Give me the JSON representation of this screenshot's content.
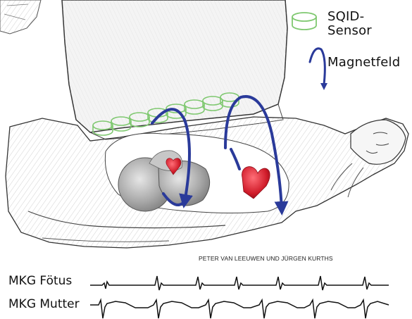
{
  "legend": {
    "sensor_label": "SQID-\nSensor",
    "field_label": "Magnetfeld"
  },
  "credit": "PETER VAN LEEUWEN UND JÜRGEN KURTHS",
  "traces": {
    "foetus_label": "MKG Fötus",
    "mutter_label": "MKG Mutter"
  },
  "colors": {
    "field_arrow": "#2a3a9a",
    "sensor": "#7fc870",
    "heart": "#d01c2a",
    "sketch": "#333333"
  }
}
